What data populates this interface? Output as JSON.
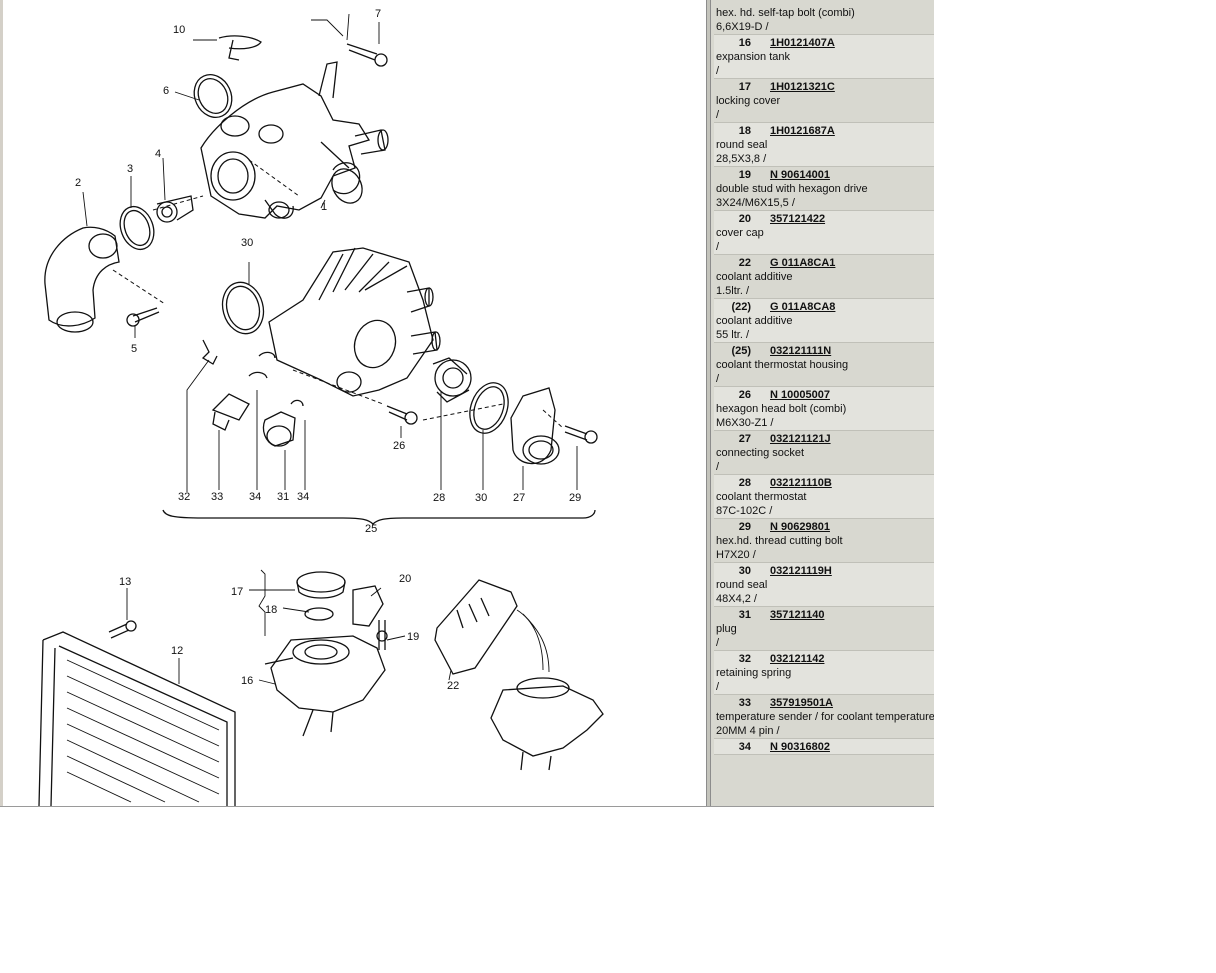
{
  "diagram": {
    "callouts": [
      "10",
      "7",
      "6",
      "3",
      "4",
      "2",
      "1",
      "5",
      "30",
      "32",
      "33",
      "34",
      "31",
      "34",
      "26",
      "28",
      "30",
      "27",
      "29",
      "25",
      "13",
      "12",
      "17",
      "18",
      "20",
      "19",
      "16",
      "22"
    ]
  },
  "parts": [
    {
      "num": "",
      "code": "",
      "desc": "hex. hd. self-tap bolt (combi)",
      "spec": "6,6X19-D /"
    },
    {
      "num": "16",
      "code": "1H0121407A",
      "desc": "expansion tank",
      "spec": "/"
    },
    {
      "num": "17",
      "code": "1H0121321C",
      "desc": "locking cover",
      "spec": "/"
    },
    {
      "num": "18",
      "code": "1H0121687A",
      "desc": "round seal",
      "spec": "28,5X3,8 /"
    },
    {
      "num": "19",
      "code": "N 90614001",
      "desc": "double stud with hexagon drive",
      "spec": "3X24/M6X15,5 /"
    },
    {
      "num": "20",
      "code": "357121422",
      "desc": "cover cap",
      "spec": "/"
    },
    {
      "num": "22",
      "code": "G 011A8CA1",
      "desc": "coolant additive",
      "spec": "1.5ltr. /"
    },
    {
      "num": "(22)",
      "code": "G 011A8CA8",
      "desc": "coolant additive",
      "spec": "55 ltr. /"
    },
    {
      "num": "(25)",
      "code": "032121111N",
      "desc": "coolant thermostat housing",
      "spec": "/"
    },
    {
      "num": "26",
      "code": "N 10005007",
      "desc": "hexagon head bolt (combi)",
      "spec": "M6X30-Z1 /"
    },
    {
      "num": "27",
      "code": "032121121J",
      "desc": "connecting socket",
      "spec": "/"
    },
    {
      "num": "28",
      "code": "032121110B",
      "desc": "coolant thermostat",
      "spec": "87C-102C /"
    },
    {
      "num": "29",
      "code": "N 90629801",
      "desc": "hex.hd. thread cutting bolt",
      "spec": "H7X20 /"
    },
    {
      "num": "30",
      "code": "032121119H",
      "desc": "round seal",
      "spec": "48X4,2 /"
    },
    {
      "num": "31",
      "code": "357121140",
      "desc": "plug",
      "spec": "/"
    },
    {
      "num": "32",
      "code": "032121142",
      "desc": "retaining spring",
      "spec": "/"
    },
    {
      "num": "33",
      "code": "357919501A",
      "desc": "temperature sender / for coolant temperature",
      "spec": "20MM 4 pin /"
    },
    {
      "num": "34",
      "code": "N 90316802",
      "desc": "",
      "spec": ""
    }
  ]
}
